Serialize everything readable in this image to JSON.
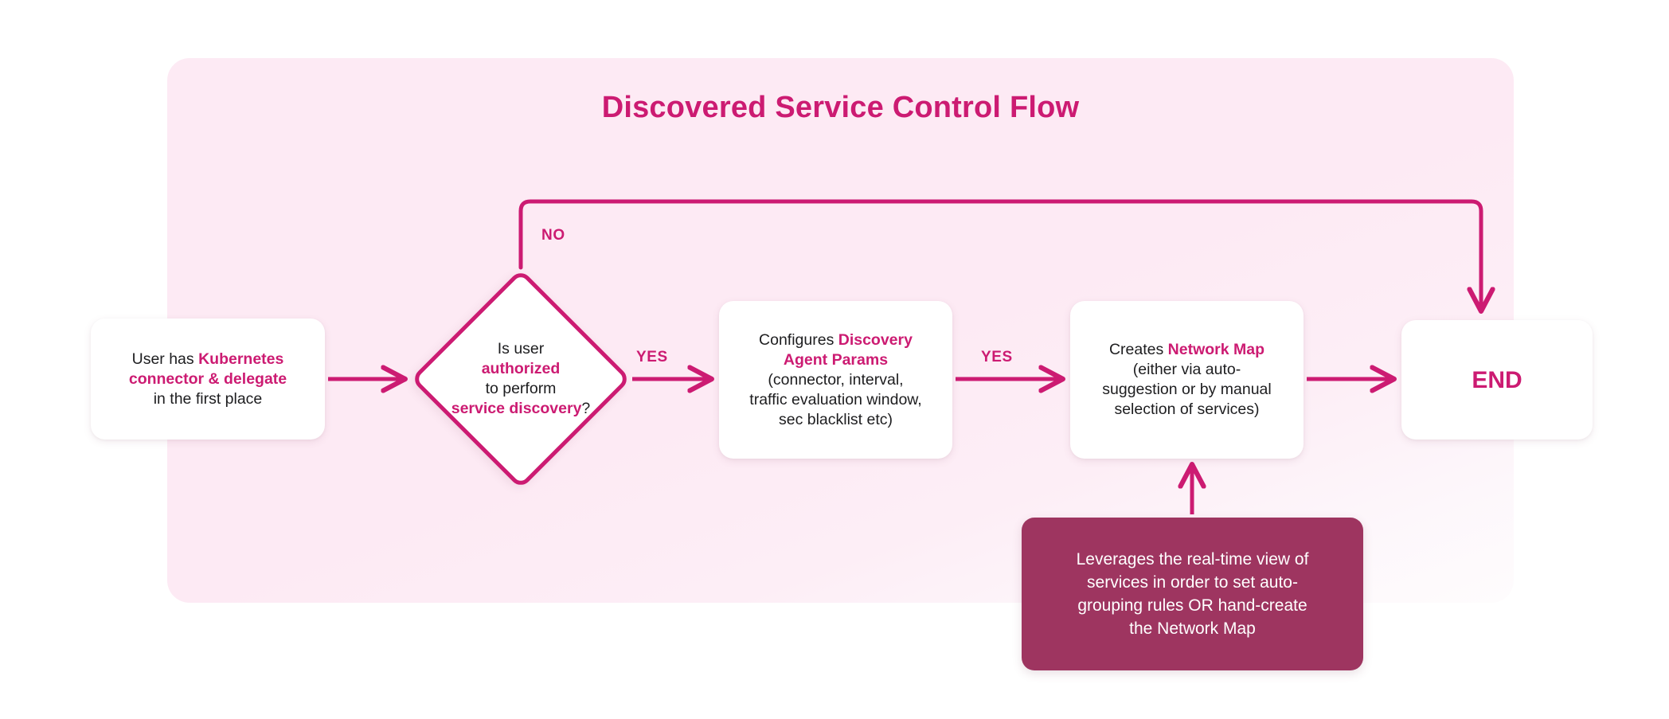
{
  "title": "Discovered Service Control Flow",
  "colors": {
    "accent_pink": "#cc1b72",
    "canvas_bg": "#fdeaf4",
    "note_bg": "#9e3560",
    "node_bg": "#ffffff",
    "text_dark": "#1d1d1f",
    "note_text": "#ffffff"
  },
  "nodes": {
    "start": {
      "id": "start",
      "shape": "rounded-rect",
      "lines": [
        {
          "runs": [
            {
              "text": "User has ",
              "em": false
            },
            {
              "text": "Kubernetes",
              "em": true
            }
          ]
        },
        {
          "runs": [
            {
              "text": "connector & delegate",
              "em": true
            }
          ]
        },
        {
          "runs": [
            {
              "text": "in the first place",
              "em": false
            }
          ]
        }
      ],
      "plain": "User has Kubernetes connector & delegate in the first place"
    },
    "decision": {
      "id": "decision",
      "shape": "diamond",
      "lines": [
        {
          "runs": [
            {
              "text": "Is user",
              "em": false
            }
          ]
        },
        {
          "runs": [
            {
              "text": "authorized",
              "em": true
            }
          ]
        },
        {
          "runs": [
            {
              "text": "to perform",
              "em": false
            }
          ]
        },
        {
          "runs": [
            {
              "text": "service discovery",
              "em": true
            },
            {
              "text": "?",
              "em": false
            }
          ]
        }
      ],
      "plain": "Is user authorized to perform service discovery?"
    },
    "configure": {
      "id": "configure",
      "shape": "rounded-rect",
      "lines": [
        {
          "runs": [
            {
              "text": "Configures ",
              "em": false
            },
            {
              "text": "Discovery",
              "em": true
            }
          ]
        },
        {
          "runs": [
            {
              "text": "Agent Params",
              "em": true
            }
          ]
        },
        {
          "runs": [
            {
              "text": "(connector, interval,",
              "em": false
            }
          ]
        },
        {
          "runs": [
            {
              "text": "traffic evaluation window,",
              "em": false
            }
          ]
        },
        {
          "runs": [
            {
              "text": "sec blacklist etc)",
              "em": false
            }
          ]
        }
      ],
      "plain": "Configures Discovery Agent Params (connector, interval, traffic evaluation window, sec blacklist etc)"
    },
    "networkmap": {
      "id": "networkmap",
      "shape": "rounded-rect",
      "lines": [
        {
          "runs": [
            {
              "text": "Creates ",
              "em": false
            },
            {
              "text": "Network Map",
              "em": true
            }
          ]
        },
        {
          "runs": [
            {
              "text": "(either via auto-",
              "em": false
            }
          ]
        },
        {
          "runs": [
            {
              "text": "suggestion or by manual",
              "em": false
            }
          ]
        },
        {
          "runs": [
            {
              "text": "selection of services)",
              "em": false
            }
          ]
        }
      ],
      "plain": "Creates Network Map (either via auto-suggestion or by manual selection of services)"
    },
    "end": {
      "id": "end",
      "shape": "rounded-rect",
      "label": "END"
    },
    "note": {
      "id": "note",
      "shape": "rounded-rect-filled",
      "lines": [
        "Leverages the real-time view of",
        "services in order to set auto-",
        "grouping rules OR hand-create",
        "the Network Map"
      ],
      "plain": "Leverages the real-time view of services in order to set auto-grouping rules OR hand-create the Network Map"
    }
  },
  "edges": [
    {
      "id": "start-to-decision",
      "from": "start",
      "to": "decision",
      "label": ""
    },
    {
      "id": "decision-no-to-end",
      "from": "decision",
      "to": "end",
      "label": "NO"
    },
    {
      "id": "decision-yes-to-configure",
      "from": "decision",
      "to": "configure",
      "label": "YES"
    },
    {
      "id": "configure-yes-to-networkmap",
      "from": "configure",
      "to": "networkmap",
      "label": "YES"
    },
    {
      "id": "networkmap-to-end",
      "from": "networkmap",
      "to": "end",
      "label": ""
    },
    {
      "id": "note-to-networkmap",
      "from": "note",
      "to": "networkmap",
      "label": ""
    }
  ],
  "edge_labels": {
    "no": "NO",
    "yes_1": "YES",
    "yes_2": "YES"
  }
}
